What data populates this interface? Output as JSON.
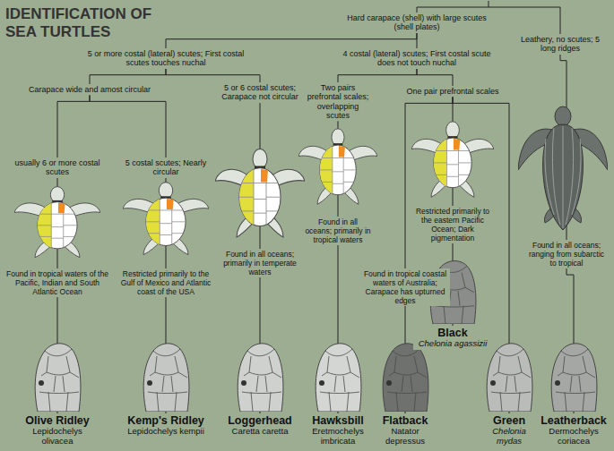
{
  "diagram": {
    "title": "IDENTIFICATION OF SEA TURTLES",
    "nodes": [
      {
        "text": [
          "Hard carapace (shell) with large scutes (shell plates)"
        ]
      },
      {
        "text": [
          "5 or more costal (lateral) scutes; First costal scutes touches nuchal"
        ]
      },
      {
        "text": [
          "4 costal (lateral) scutes; First costal scute does not touch nuchal"
        ]
      },
      {
        "text": [
          "Leathery, no scutes; 5 long ridges"
        ]
      },
      {
        "text": [
          "Carapace wide and amost circular"
        ]
      },
      {
        "text": [
          "5 or 6 costal scutes; Carapace not circular"
        ]
      },
      {
        "text": [
          "Two pairs prefrontal scales; overlapping scutes"
        ]
      },
      {
        "text": [
          "One pair prefrontal scales"
        ]
      },
      {
        "text": [
          "usually 6 or more costal scutes"
        ]
      },
      {
        "text": [
          "5 costal scutes; Nearly circular"
        ]
      },
      {
        "text": [
          "Found in tropical waters of the Pacific, Indian and South Atlantic Ocean"
        ]
      },
      {
        "text": [
          "Restricted primarily to the Gulf of Mexico and Atlantic coast of the USA"
        ]
      },
      {
        "text": [
          "Found in all oceans; primarily in temperate waters"
        ]
      },
      {
        "text": [
          "Found in all oceans; primarily in tropical waters"
        ]
      },
      {
        "text": [
          "Found in tropical coastal waters of Australia; Carapace has upturned edges"
        ]
      },
      {
        "text": [
          "Restricted primarily to the eastern Pacific Ocean; Dark pigmentation"
        ]
      },
      {
        "text": [
          "Found in all oceans; ranging from subarctic to tropical"
        ]
      },
      {
        "text": [
          "Olive Ridley",
          "Lepidochelys olivacea"
        ]
      },
      {
        "text": [
          "Kemp's Ridley",
          "Lepidochelys kempii"
        ]
      },
      {
        "text": [
          "Loggerhead",
          "Caretta caretta"
        ]
      },
      {
        "text": [
          "Hawksbill",
          "Eretmochelys imbricata"
        ]
      },
      {
        "text": [
          "Flatback",
          "Natator depressus"
        ]
      },
      {
        "text": [
          "Black",
          "Chelonia agassizii"
        ]
      },
      {
        "text": [
          "Green",
          "Chelonia mydas"
        ]
      },
      {
        "text": [
          "Leatherback",
          "Dermochelys coriacea"
        ]
      }
    ],
    "edges": [
      {
        "from": 0,
        "to": 1,
        "arrow": "none"
      },
      {
        "from": 0,
        "to": 2,
        "arrow": "none"
      },
      {
        "from": 1,
        "to": 4,
        "arrow": "none"
      },
      {
        "from": 1,
        "to": 5,
        "arrow": "none"
      },
      {
        "from": 2,
        "to": 6,
        "arrow": "none"
      },
      {
        "from": 2,
        "to": 7,
        "arrow": "none"
      },
      {
        "from": 4,
        "to": 8,
        "arrow": "none"
      },
      {
        "from": 4,
        "to": 9,
        "arrow": "none"
      },
      {
        "from": 8,
        "to": 10,
        "arrow": "none"
      },
      {
        "from": 9,
        "to": 11,
        "arrow": "none"
      },
      {
        "from": 5,
        "to": 12,
        "arrow": "none"
      },
      {
        "from": 6,
        "to": 13,
        "arrow": "none"
      },
      {
        "from": 7,
        "to": 14,
        "arrow": "none"
      },
      {
        "from": 7,
        "to": 15,
        "arrow": "none"
      },
      {
        "from": 7,
        "to": 23,
        "arrow": "none"
      },
      {
        "from": 3,
        "to": 16,
        "arrow": "none"
      },
      {
        "from": 10,
        "to": 17,
        "arrow": "none"
      },
      {
        "from": 11,
        "to": 18,
        "arrow": "none"
      },
      {
        "from": 12,
        "to": 19,
        "arrow": "none"
      },
      {
        "from": 13,
        "to": 20,
        "arrow": "none"
      },
      {
        "from": 14,
        "to": 21,
        "arrow": "none"
      },
      {
        "from": 15,
        "to": 22,
        "arrow": "none"
      },
      {
        "from": 16,
        "to": 24,
        "arrow": "none"
      }
    ]
  }
}
